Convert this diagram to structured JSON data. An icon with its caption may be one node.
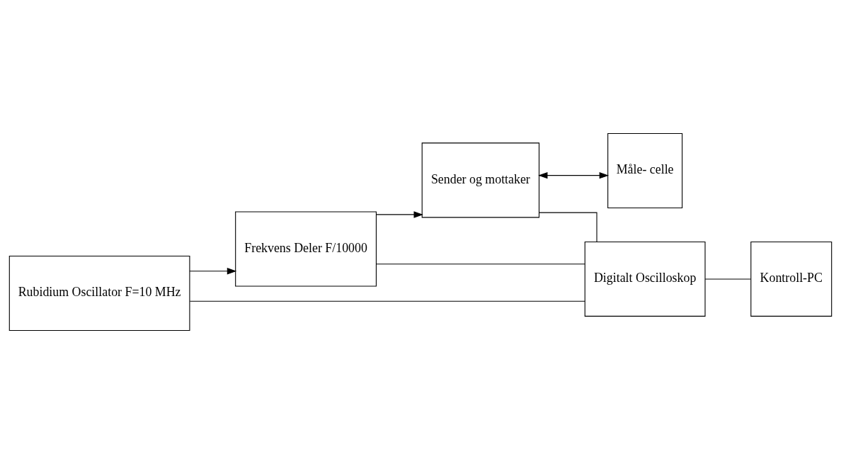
{
  "diagram": {
    "nodes": [
      {
        "text": [
          "Rubidium Oscillator F=10 MHz"
        ]
      },
      {
        "text": [
          "Frekvens Deler F/10000"
        ]
      },
      {
        "text": [
          "Sender og mottaker"
        ]
      },
      {
        "text": [
          "Måle- celle"
        ]
      },
      {
        "text": [
          "Digitalt Oscilloskop"
        ]
      },
      {
        "text": [
          "Kontroll-PC"
        ]
      }
    ],
    "edges": [
      {
        "from": 0,
        "to": 1,
        "arrow": "to"
      },
      {
        "from": 1,
        "to": 2,
        "arrow": "to"
      },
      {
        "from": 2,
        "to": 3,
        "arrow": "both"
      },
      {
        "from": 2,
        "to": 4,
        "arrow": "none"
      },
      {
        "from": 1,
        "to": 4,
        "arrow": "none"
      },
      {
        "from": 0,
        "to": 4,
        "arrow": "none"
      },
      {
        "from": 4,
        "to": 5,
        "arrow": "none"
      }
    ]
  }
}
